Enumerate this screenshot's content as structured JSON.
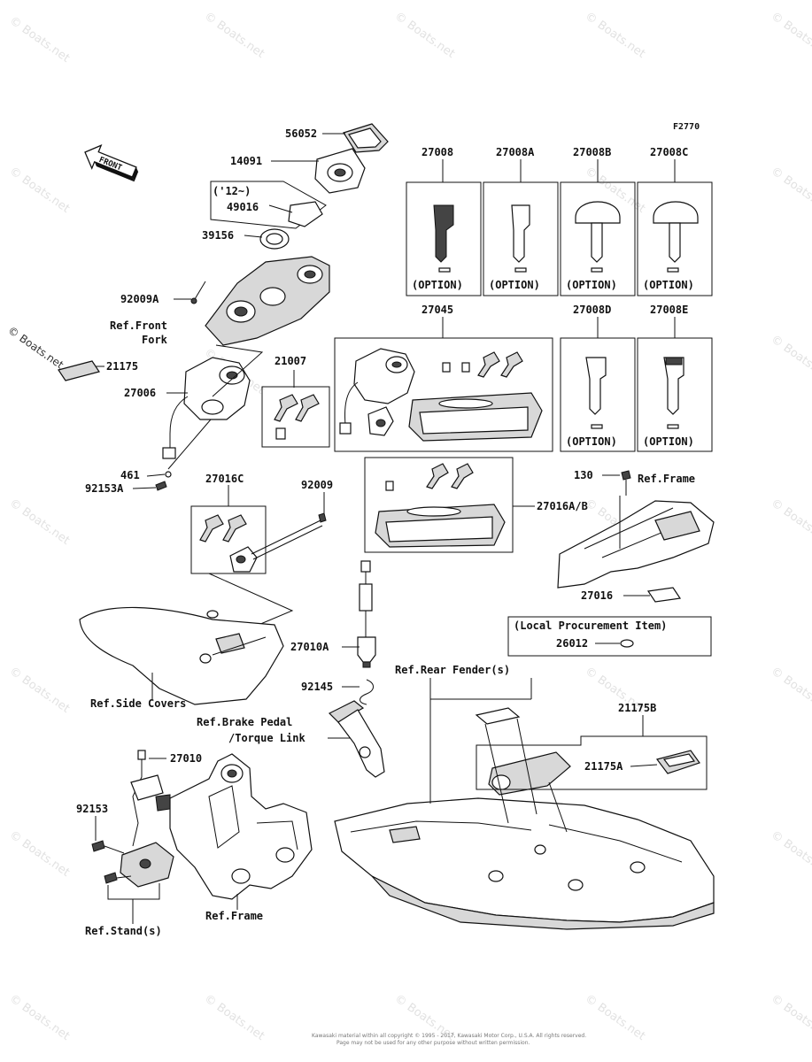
{
  "figure_code": "F2770",
  "front_label": "FRONT",
  "watermark": "© Boats.net",
  "labels": {
    "p56052": "56052",
    "p14091": "14091",
    "p12": "('12~)",
    "p49016": "49016",
    "p39156": "39156",
    "p92009A": "92009A",
    "refFrontFork1": "Ref.Front",
    "refFrontFork2": "Fork",
    "p21175": "21175",
    "p27006": "27006",
    "p21007": "21007",
    "p461": "461",
    "p92153A": "92153A",
    "p27016C": "27016C",
    "p92009": "92009",
    "p27008": "27008",
    "p27008A": "27008A",
    "p27008B": "27008B",
    "p27008C": "27008C",
    "p27045": "27045",
    "p27008D": "27008D",
    "p27008E": "27008E",
    "option": "(OPTION)",
    "p27016AB": "27016A/B",
    "p130": "130",
    "refFrame1": "Ref.Frame",
    "p27016": "27016",
    "localProc": "(Local Procurement Item)",
    "p26012": "26012",
    "p27010A": "27010A",
    "p92145": "92145",
    "refRearFender": "Ref.Rear Fender(s)",
    "refSideCovers": "Ref.Side Covers",
    "refBrake1": "Ref.Brake Pedal",
    "refBrake2": "/Torque Link",
    "p21175B": "21175B",
    "p21175A": "21175A",
    "p27010": "27010",
    "p92153": "92153",
    "refFrame2": "Ref.Frame",
    "refStand": "Ref.Stand(s)"
  },
  "footer": {
    "line1": "Kawasaki material within all copyright © 1995 - 2017, Kawasaki Motor Corp., U.S.A. All rights reserved.",
    "line2": "Page may not be used for any other purpose without written permission."
  }
}
